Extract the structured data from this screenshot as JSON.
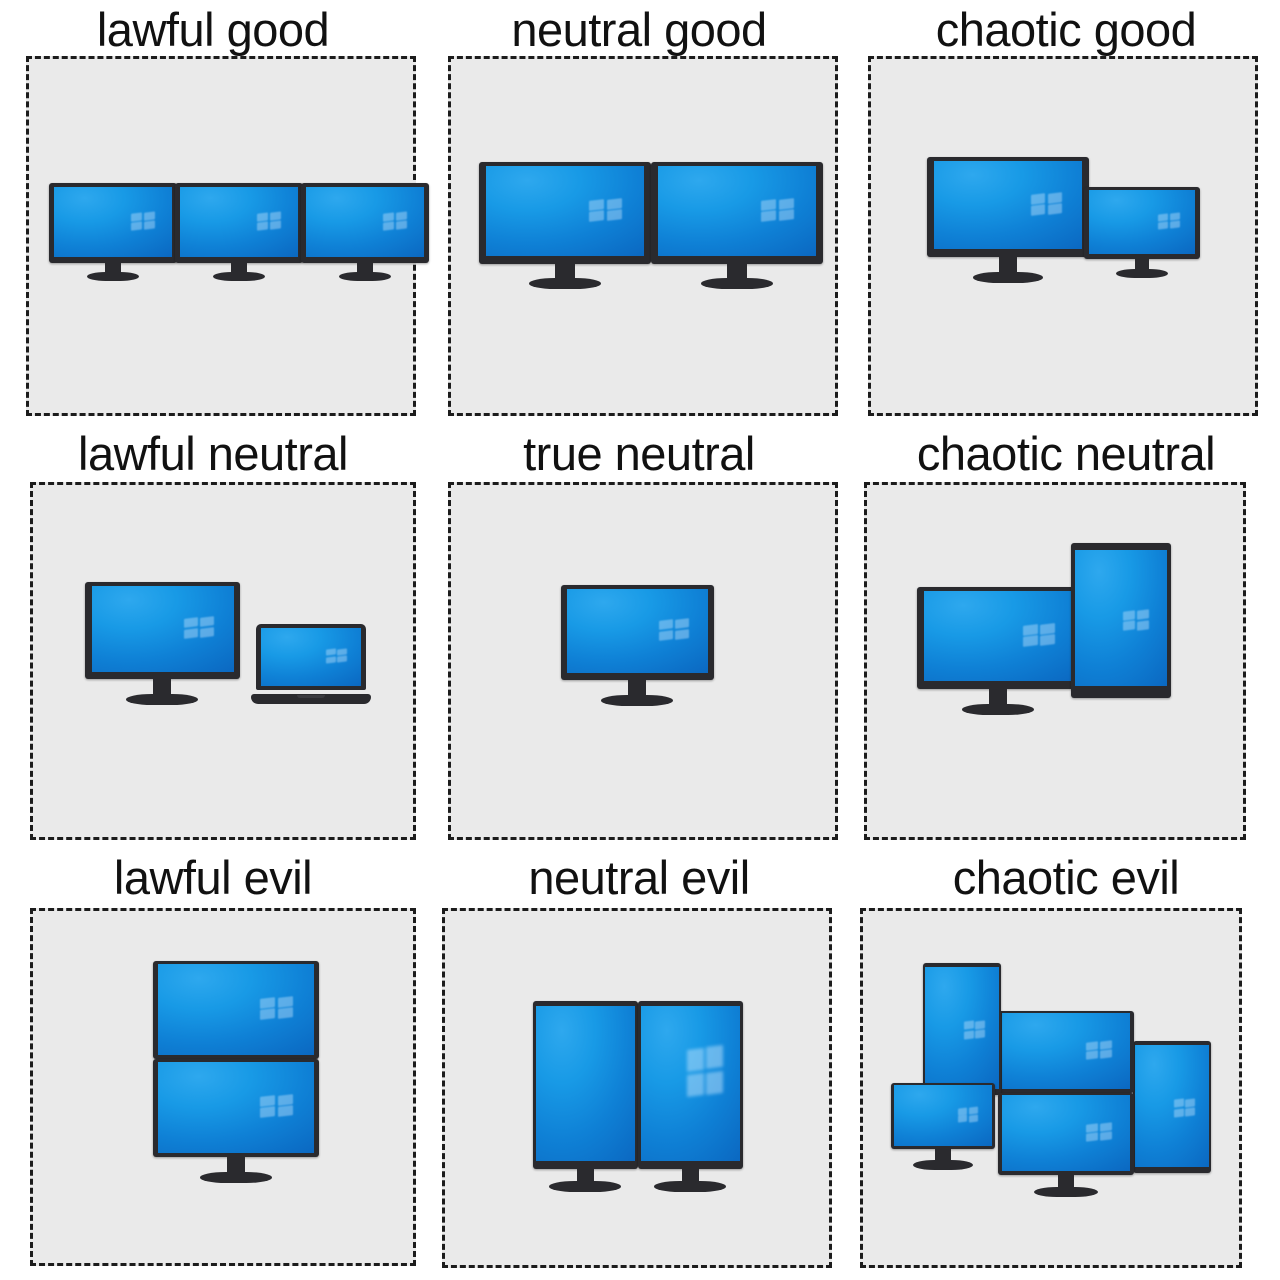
{
  "meme": {
    "title": "Monitor setup alignment chart",
    "grid": {
      "rows": 3,
      "cols": 3
    },
    "background_color": "#ffffff",
    "cell_fill_color": "#eaeaea",
    "cell_border_color": "#1c1c1c",
    "cell_border_style": "dashed",
    "screen_color_light": "#2ea8ee",
    "screen_color_dark": "#0a63bd",
    "bezel_color": "#2a2a2e",
    "text_color": "#111111"
  },
  "cells": [
    {
      "id": "lawful-good",
      "label": "lawful good",
      "row": 0,
      "col": 0,
      "description": "three identical landscape monitors in a row",
      "monitor_count": 3,
      "icon": "triple-monitor-icon"
    },
    {
      "id": "neutral-good",
      "label": "neutral good",
      "row": 0,
      "col": 1,
      "description": "two identical landscape monitors side by side",
      "monitor_count": 2,
      "icon": "dual-monitor-icon"
    },
    {
      "id": "chaotic-good",
      "label": "chaotic good",
      "row": 0,
      "col": 2,
      "description": "one large landscape monitor with a smaller landscape monitor beside it",
      "monitor_count": 2,
      "icon": "mismatched-dual-monitor-icon"
    },
    {
      "id": "lawful-neutral",
      "label": "lawful neutral",
      "row": 1,
      "col": 0,
      "description": "a landscape monitor next to an open laptop",
      "monitor_count": 2,
      "icon": "monitor-and-laptop-icon"
    },
    {
      "id": "true-neutral",
      "label": "true neutral",
      "row": 1,
      "col": 1,
      "description": "a single landscape monitor",
      "monitor_count": 1,
      "icon": "single-monitor-icon"
    },
    {
      "id": "chaotic-neutral",
      "label": "chaotic neutral",
      "row": 1,
      "col": 2,
      "description": "a landscape monitor with a tall portrait monitor overlapping to the right",
      "monitor_count": 2,
      "icon": "landscape-plus-portrait-monitor-icon"
    },
    {
      "id": "lawful-evil",
      "label": "lawful evil",
      "row": 2,
      "col": 0,
      "description": "two landscape monitors stacked vertically on one stand",
      "monitor_count": 2,
      "icon": "stacked-monitor-icon"
    },
    {
      "id": "neutral-evil",
      "label": "neutral evil",
      "row": 2,
      "col": 1,
      "description": "two portrait monitors side by side, right one showing a stretched face-like watermark",
      "monitor_count": 2,
      "icon": "dual-portrait-monitor-icon"
    },
    {
      "id": "chaotic-evil",
      "label": "chaotic evil",
      "row": 2,
      "col": 2,
      "description": "five mismatched monitors in portrait and landscape jumbled together",
      "monitor_count": 5,
      "icon": "five-monitor-jumble-icon"
    }
  ]
}
